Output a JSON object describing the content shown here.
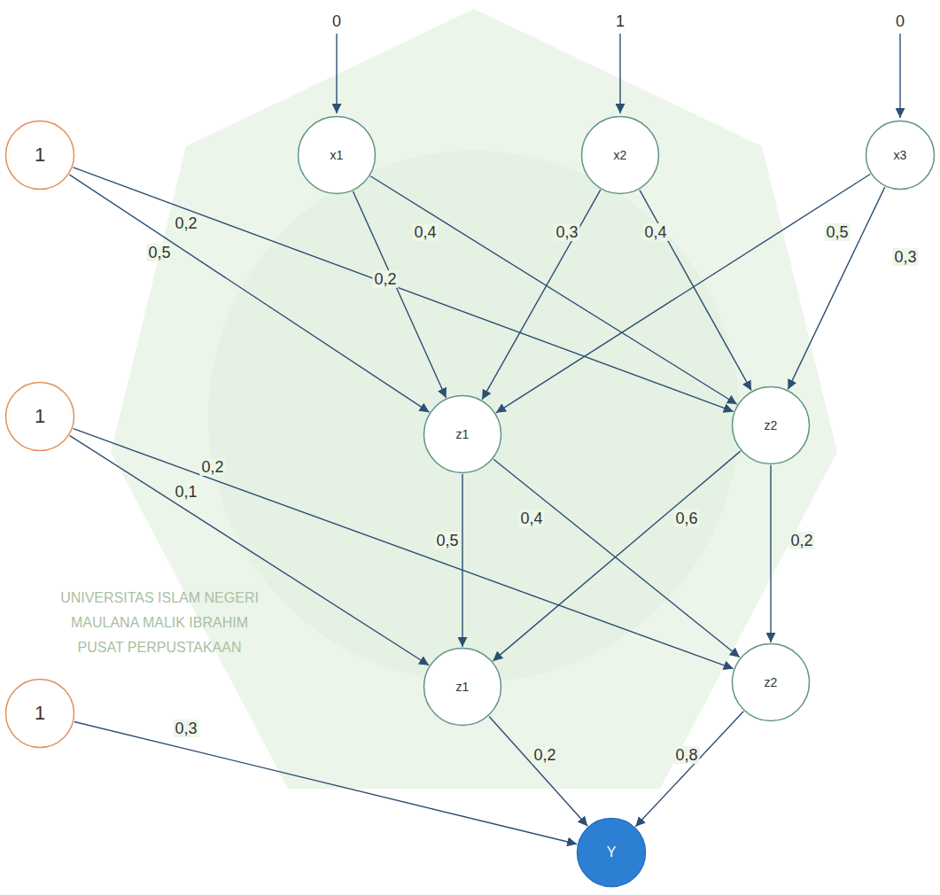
{
  "diagram": {
    "nodes": [
      {
        "text": [
          "1"
        ]
      },
      {
        "text": [
          "x1"
        ]
      },
      {
        "text": [
          "x2"
        ]
      },
      {
        "text": [
          "x3"
        ]
      },
      {
        "text": [
          "1"
        ]
      },
      {
        "text": [
          "z1"
        ]
      },
      {
        "text": [
          "z2"
        ]
      },
      {
        "text": [
          "1"
        ]
      },
      {
        "text": [
          "z1"
        ]
      },
      {
        "text": [
          "z2"
        ]
      },
      {
        "text": [
          "Y"
        ]
      }
    ],
    "edges": [
      {
        "from": 0,
        "to": 5,
        "arrow": "to",
        "label": "0,5"
      },
      {
        "from": 0,
        "to": 6,
        "arrow": "to",
        "label": "0,2"
      },
      {
        "from": 1,
        "to": 5,
        "arrow": "to",
        "label": "0,2"
      },
      {
        "from": 1,
        "to": 6,
        "arrow": "to",
        "label": "0,4"
      },
      {
        "from": 2,
        "to": 5,
        "arrow": "to",
        "label": "0,3"
      },
      {
        "from": 2,
        "to": 6,
        "arrow": "to",
        "label": "0,4"
      },
      {
        "from": 3,
        "to": 5,
        "arrow": "to",
        "label": "0,5"
      },
      {
        "from": 3,
        "to": 6,
        "arrow": "to",
        "label": "0,3"
      },
      {
        "from": 4,
        "to": 8,
        "arrow": "to",
        "label": "0,1"
      },
      {
        "from": 4,
        "to": 9,
        "arrow": "to",
        "label": "0,2"
      },
      {
        "from": 5,
        "to": 8,
        "arrow": "to",
        "label": "0,5"
      },
      {
        "from": 5,
        "to": 9,
        "arrow": "to",
        "label": "0,4"
      },
      {
        "from": 6,
        "to": 8,
        "arrow": "to",
        "label": "0,6"
      },
      {
        "from": 6,
        "to": 9,
        "arrow": "to",
        "label": "0,2"
      },
      {
        "from": 7,
        "to": 10,
        "arrow": "to",
        "label": "0,3"
      },
      {
        "from": 8,
        "to": 10,
        "arrow": "to",
        "label": "0,2"
      },
      {
        "from": 9,
        "to": 10,
        "arrow": "to",
        "label": "0,8"
      }
    ],
    "labels": [
      "0",
      "1",
      "0",
      "UNIVERSITAS ISLAM NEGERI",
      "MAULANA MALIK IBRAHIM",
      "PUSAT PERPUSTAKAAN"
    ]
  }
}
